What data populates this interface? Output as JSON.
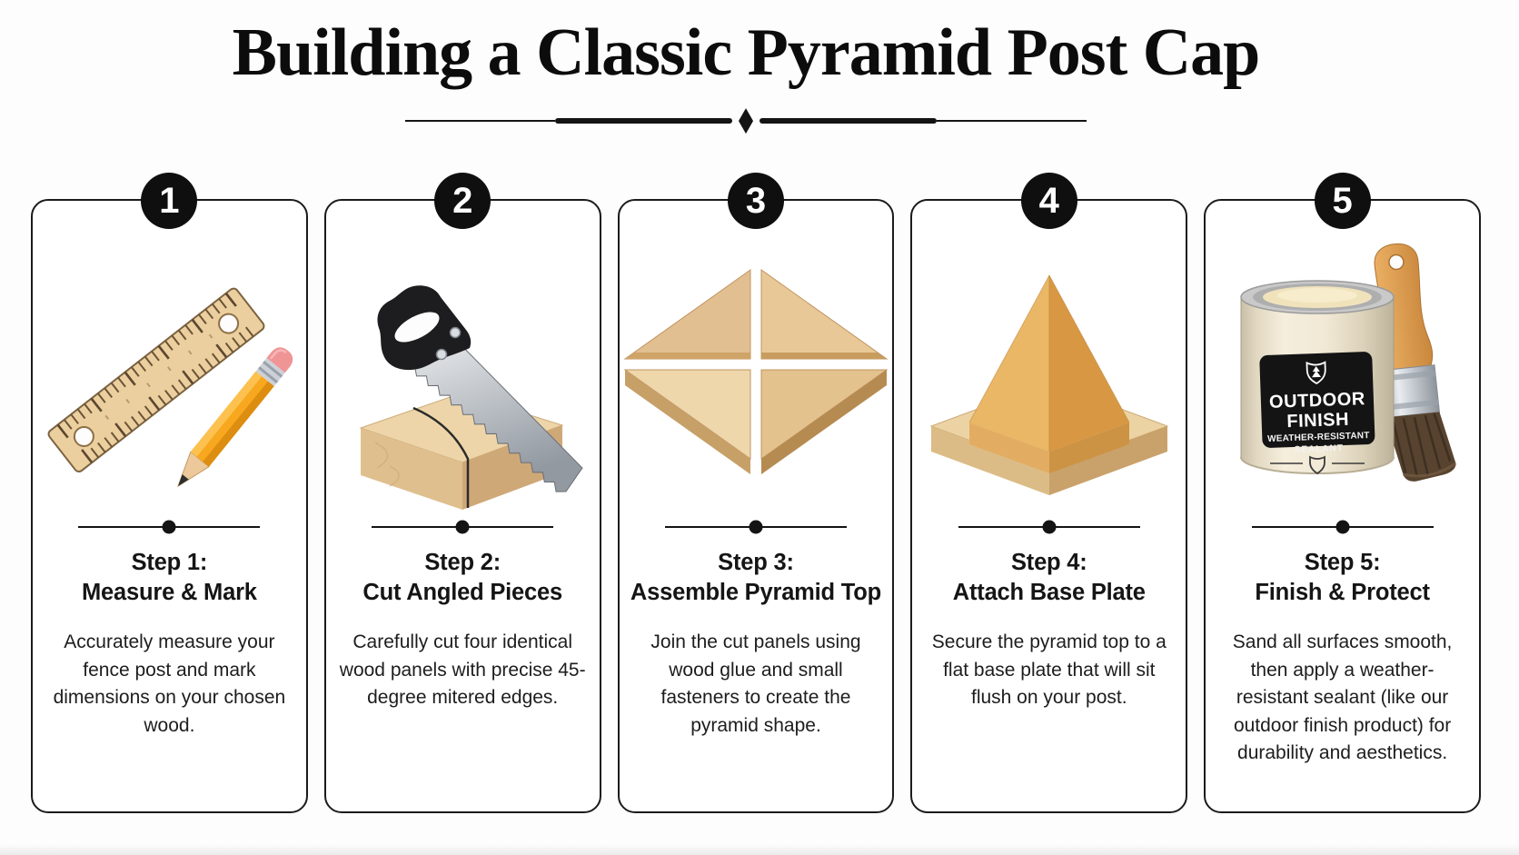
{
  "page": {
    "title": "Building a Classic Pyramid Post Cap"
  },
  "steps": [
    {
      "number": "1",
      "title_line1": "Step 1:",
      "title_line2": "Measure & Mark",
      "description": "Accurately measure your fence post and mark dimensions on your chosen wood.",
      "illustration": "ruler-and-pencil"
    },
    {
      "number": "2",
      "title_line1": "Step 2:",
      "title_line2": "Cut Angled Pieces",
      "description": "Carefully cut four identical wood panels with precise 45-degree mitered edges.",
      "illustration": "handsaw-cutting-wood-block"
    },
    {
      "number": "3",
      "title_line1": "Step 3:",
      "title_line2": "Assemble Pyramid Top",
      "description": "Join the cut panels using wood glue and small fasteners to create the pyramid shape.",
      "illustration": "four-mitered-panels-exploded"
    },
    {
      "number": "4",
      "title_line1": "Step 4:",
      "title_line2": "Attach Base Plate",
      "description": "Secure the pyramid top to a flat base plate that will sit flush on your post.",
      "illustration": "pyramid-cap-on-base-plate"
    },
    {
      "number": "5",
      "title_line1": "Step 5:",
      "title_line2": "Finish & Protect",
      "description": "Sand all surfaces smooth, then apply a weather-resistant sealant (like our outdoor finish product) for durability and aesthetics.",
      "illustration": "sealant-can-and-paint-brush"
    }
  ],
  "paint_can_label": {
    "line1": "OUTDOOR",
    "line2": "FINISH",
    "line3": "WEATHER-RESISTANT",
    "line4": "SEALANT"
  },
  "colors": {
    "ink": "#141414",
    "badge_bg": "#0f0f0f",
    "badge_text": "#ffffff",
    "card_border": "#1b1b1b",
    "wood_light": "#eed5a9",
    "wood_mid": "#e2bf90",
    "wood_dark": "#c9a26b",
    "pyramid_tan": "#d89843",
    "pencil_yellow": "#f7a81f",
    "eraser_pink": "#ef9595",
    "can_cream": "#ece3cf",
    "label_black": "#141414",
    "background": "#fdfdfd"
  }
}
